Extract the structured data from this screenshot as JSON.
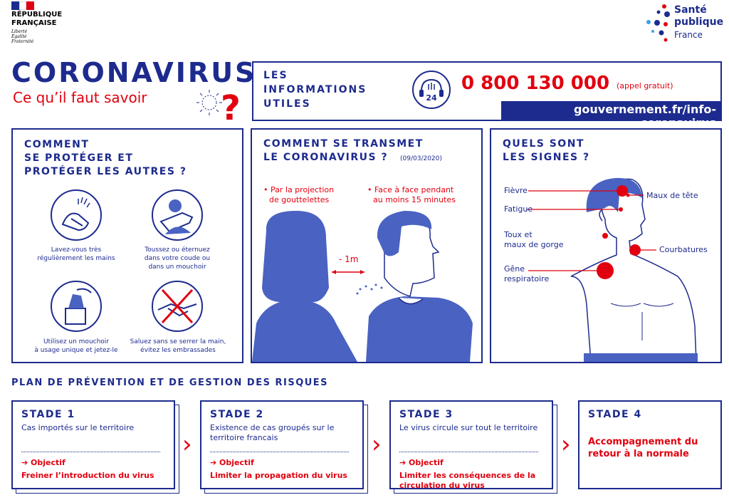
{
  "header": {
    "rf_line1": "RÉPUBLIQUE",
    "rf_line2": "FRANÇAISE",
    "rf_motto1": "Liberté",
    "rf_motto2": "Égalité",
    "rf_motto3": "Fraternité",
    "sp_line1": "Santé",
    "sp_line2": "publique",
    "sp_line3": "France"
  },
  "title": {
    "main": "CORONAVIRUS",
    "sub": "Ce qu’il faut savoir"
  },
  "info": {
    "label1": "LES",
    "label2": "INFORMATIONS",
    "label3": "UTILES",
    "badge": "24",
    "phone": "0 800 130 000",
    "phone_note": "(appel gratuit)",
    "url": "gouvernement.fr/info-coronavirus"
  },
  "protect": {
    "title1": "COMMENT",
    "title2": "SE PROTÉGER ET",
    "title3": "PROTÉGER LES AUTRES ?",
    "items": [
      {
        "line1": "Lavez-vous très",
        "line2": "régulièrement les mains",
        "line3": ""
      },
      {
        "line1": "Toussez ou éternuez",
        "line2": "dans votre coude ou",
        "line3": "dans un mouchoir"
      },
      {
        "line1": "Utilisez un mouchoir",
        "line2": "à usage unique et jetez-le",
        "line3": ""
      },
      {
        "line1": "Saluez sans se serrer la main,",
        "line2": "évitez les embrassades",
        "line3": ""
      }
    ]
  },
  "transmit": {
    "title1": "COMMENT SE TRANSMET",
    "title2": "LE CORONAVIRUS ?",
    "date": "(09/03/2020)",
    "bullet1_l1": "• Par la projection",
    "bullet1_l2": "de gouttelettes",
    "bullet2_l1": "• Face à face pendant",
    "bullet2_l2": "au moins 15 minutes",
    "distance": "- 1m"
  },
  "signs": {
    "title1": "QUELS SONT",
    "title2": "LES SIGNES ?",
    "fievre": "Fièvre",
    "fatigue": "Fatigue",
    "toux1": "Toux et",
    "toux2": "maux de gorge",
    "gene1": "Gêne",
    "gene2": "respiratoire",
    "tete": "Maux de tête",
    "courbatures": "Courbatures"
  },
  "plan": {
    "title": "PLAN DE PRÉVENTION ET DE GESTION DES RISQUES",
    "objective_label": "➔ Objectif",
    "stages": [
      {
        "title": "STADE 1",
        "desc": "Cas importés sur le territoire",
        "goal": "Freiner l’introduction du virus"
      },
      {
        "title": "STADE 2",
        "desc": "Existence de cas groupés sur le territoire francais",
        "goal": "Limiter la propagation du virus"
      },
      {
        "title": "STADE 3",
        "desc": "Le virus circule sur tout le territoire",
        "goal": "Limiter les conséquences de la circulation du virus"
      },
      {
        "title": "STADE 4",
        "desc": "",
        "goal": "Accompagnement du retour à la normale"
      }
    ],
    "chevron": "›"
  },
  "colors": {
    "navy": "#1d2b8e",
    "red": "#e1000f",
    "figure": "#4a62c2"
  }
}
